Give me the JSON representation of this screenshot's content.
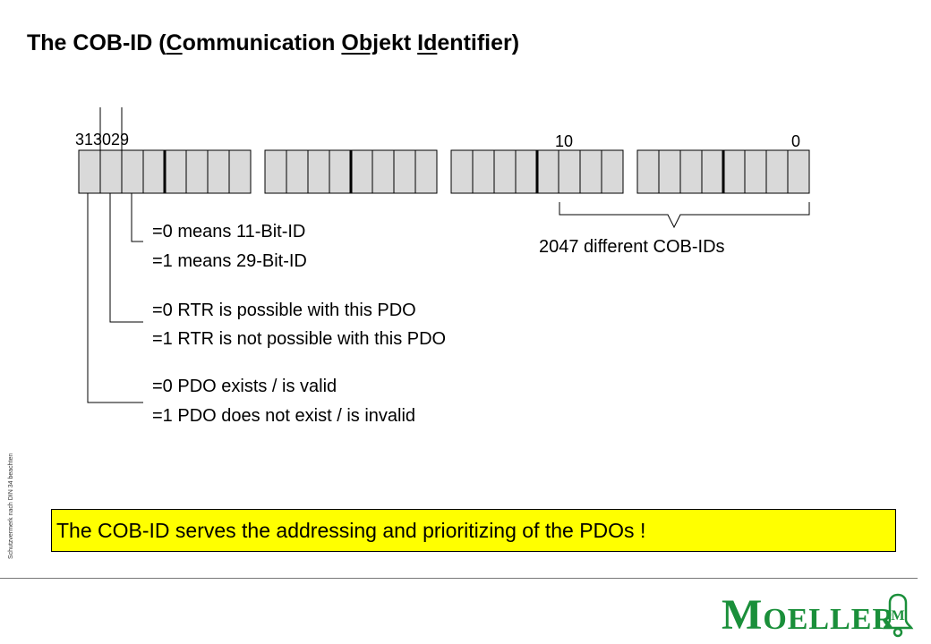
{
  "title": {
    "prefix": "The COB-ID (",
    "c_letter": "C",
    "c_rest": "ommunication ",
    "obj_letters": "Obj",
    "obj_rest": "ekt ",
    "id_letters": "Id",
    "id_rest": "entifier)"
  },
  "bit_labels": {
    "b31": "31",
    "b30": "30",
    "b29": "29",
    "b10": "10",
    "b0": "0"
  },
  "brace_label": "2047 different COB-IDs",
  "descriptions": {
    "bit29": [
      "=0 means 11-Bit-ID",
      "=1 means 29-Bit-ID"
    ],
    "bit30": [
      "=0 RTR is possible with this PDO",
      "=1 RTR is not possible with this PDO"
    ],
    "bit31": [
      "=0 PDO exists / is valid",
      "=1 PDO does not exist / is invalid"
    ]
  },
  "highlight": "The COB-ID serves the addressing and prioritizing of the PDOs !",
  "side_note": "Schutzvermerk nach DIN 34 beachten",
  "logo": {
    "big_m": "M",
    "rest": "OELLER",
    "emblem_letter": "M"
  },
  "colors": {
    "bit_cell": "#d9d9d9",
    "highlight": "#ffff00",
    "logo_green": "#1a8f3a"
  },
  "register": {
    "bytes": 4,
    "bits_per_byte": 8
  }
}
